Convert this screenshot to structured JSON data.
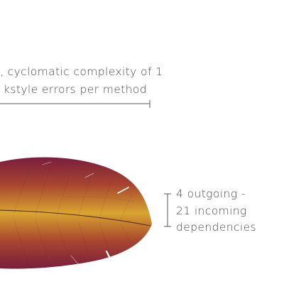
{
  "labels": {
    "top_line_1": "cyclomatic complexity of 1",
    "top_line_1_prefix": ",",
    "top_line_2": "kstyle errors per method",
    "dep_line_1": "4 outgoing -",
    "dep_line_2": "21 incoming",
    "dep_line_3": "dependencies"
  },
  "colors": {
    "text": "#4a4a4a",
    "feather_core": "#d9a52f",
    "feather_edge": "#7a1e3c",
    "rule": "#555555"
  }
}
